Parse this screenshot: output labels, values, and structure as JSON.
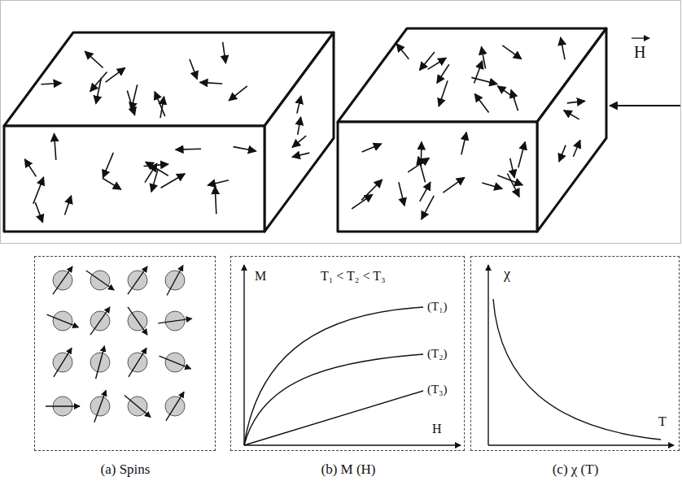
{
  "diagram": {
    "nodes": [
      {
        "text": [
          "H"
        ]
      },
      {
        "text": [
          "(a) Spins"
        ]
      },
      {
        "text": [
          "M",
          "T₁ < T₂ < T₃",
          "(T₁)",
          "(T₂)",
          "(T₃)",
          "H",
          "(b) M (H)"
        ]
      },
      {
        "text": [
          "χ",
          "T",
          "(c) χ (T)"
        ]
      }
    ]
  }
}
